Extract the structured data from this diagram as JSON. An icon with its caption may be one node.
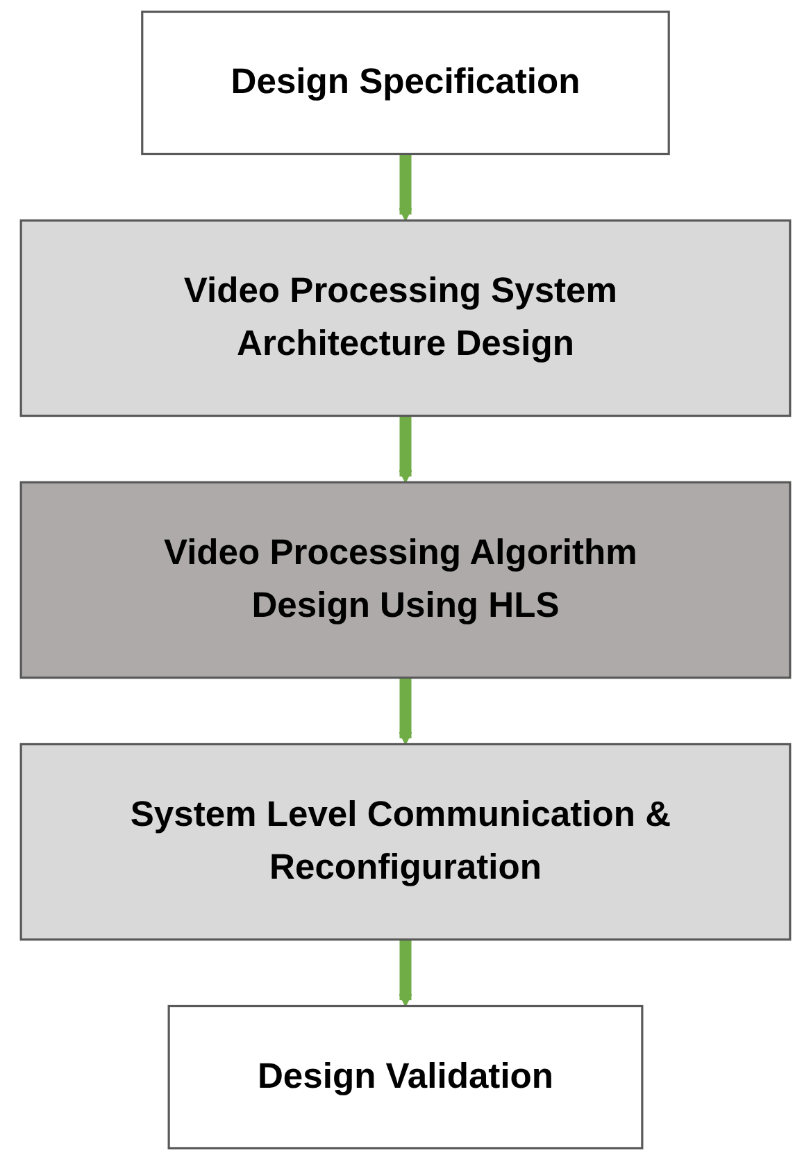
{
  "diagram": {
    "nodes": [
      {
        "text": [
          "Design Specification"
        ]
      },
      {
        "text": [
          "Video Processing System Architecture Design"
        ]
      },
      {
        "text": [
          "Video Processing Algorithm Design Using HLS"
        ]
      },
      {
        "text": [
          "System Level Communication & Reconfiguration"
        ]
      },
      {
        "text": [
          "Design Validation"
        ]
      }
    ],
    "edges": [
      {
        "from": 0,
        "to": 1,
        "arrow": "to"
      },
      {
        "from": 1,
        "to": 2,
        "arrow": "to"
      },
      {
        "from": 2,
        "to": 3,
        "arrow": "to"
      },
      {
        "from": 3,
        "to": 4,
        "arrow": "to"
      }
    ]
  }
}
